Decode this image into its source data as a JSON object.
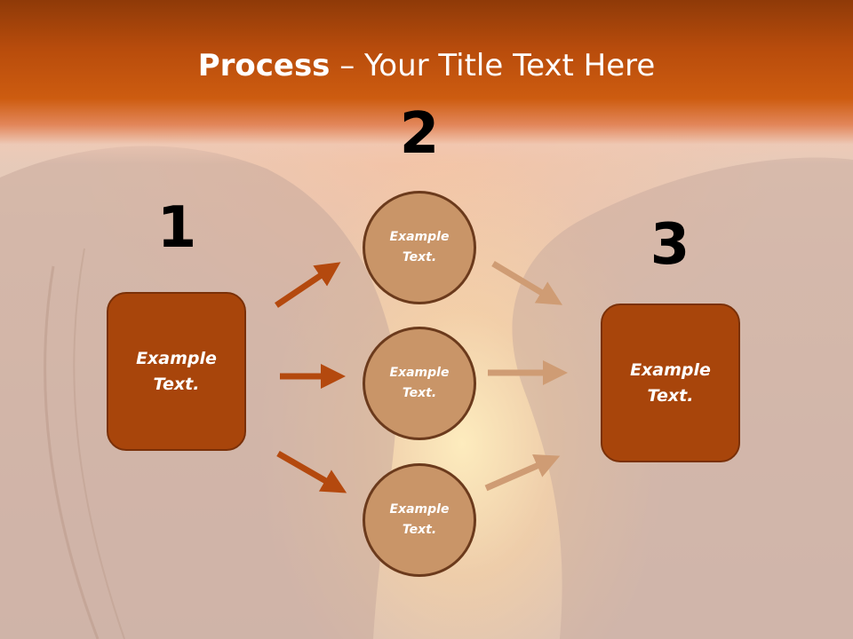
{
  "title": {
    "bold": "Process",
    "rest": " – Your Title Text Here"
  },
  "steps": [
    {
      "number": "1"
    },
    {
      "number": "2"
    },
    {
      "number": "3"
    }
  ],
  "left_box": {
    "label": "Example\nText."
  },
  "right_box": {
    "label": "Example\nText."
  },
  "circles": [
    {
      "label": "Example\nText."
    },
    {
      "label": "Example\nText."
    },
    {
      "label": "Example\nText."
    }
  ],
  "colors": {
    "header": "#c4520e",
    "box_fill": "#a8450b",
    "circle_fill": "#c99568",
    "arrow_dark": "#b4490e",
    "arrow_light": "#cf9c74"
  }
}
